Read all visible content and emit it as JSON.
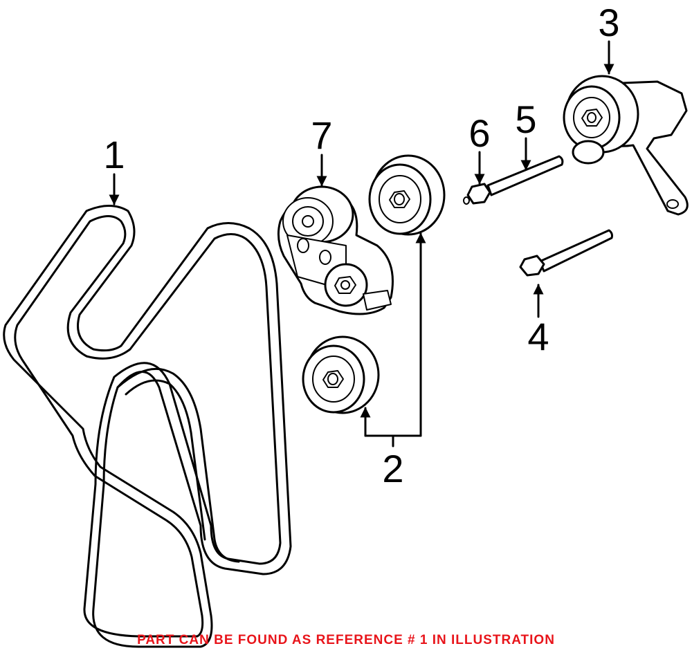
{
  "diagram": {
    "callouts": [
      {
        "id": "1",
        "label": "1"
      },
      {
        "id": "2",
        "label": "2"
      },
      {
        "id": "3",
        "label": "3"
      },
      {
        "id": "4",
        "label": "4"
      },
      {
        "id": "5",
        "label": "5"
      },
      {
        "id": "6",
        "label": "6"
      },
      {
        "id": "7",
        "label": "7"
      }
    ],
    "note": "PART CAN BE FOUND AS REFERENCE # 1 IN ILLUSTRATION",
    "note_color": "#e8141a",
    "line_color": "#000000"
  }
}
